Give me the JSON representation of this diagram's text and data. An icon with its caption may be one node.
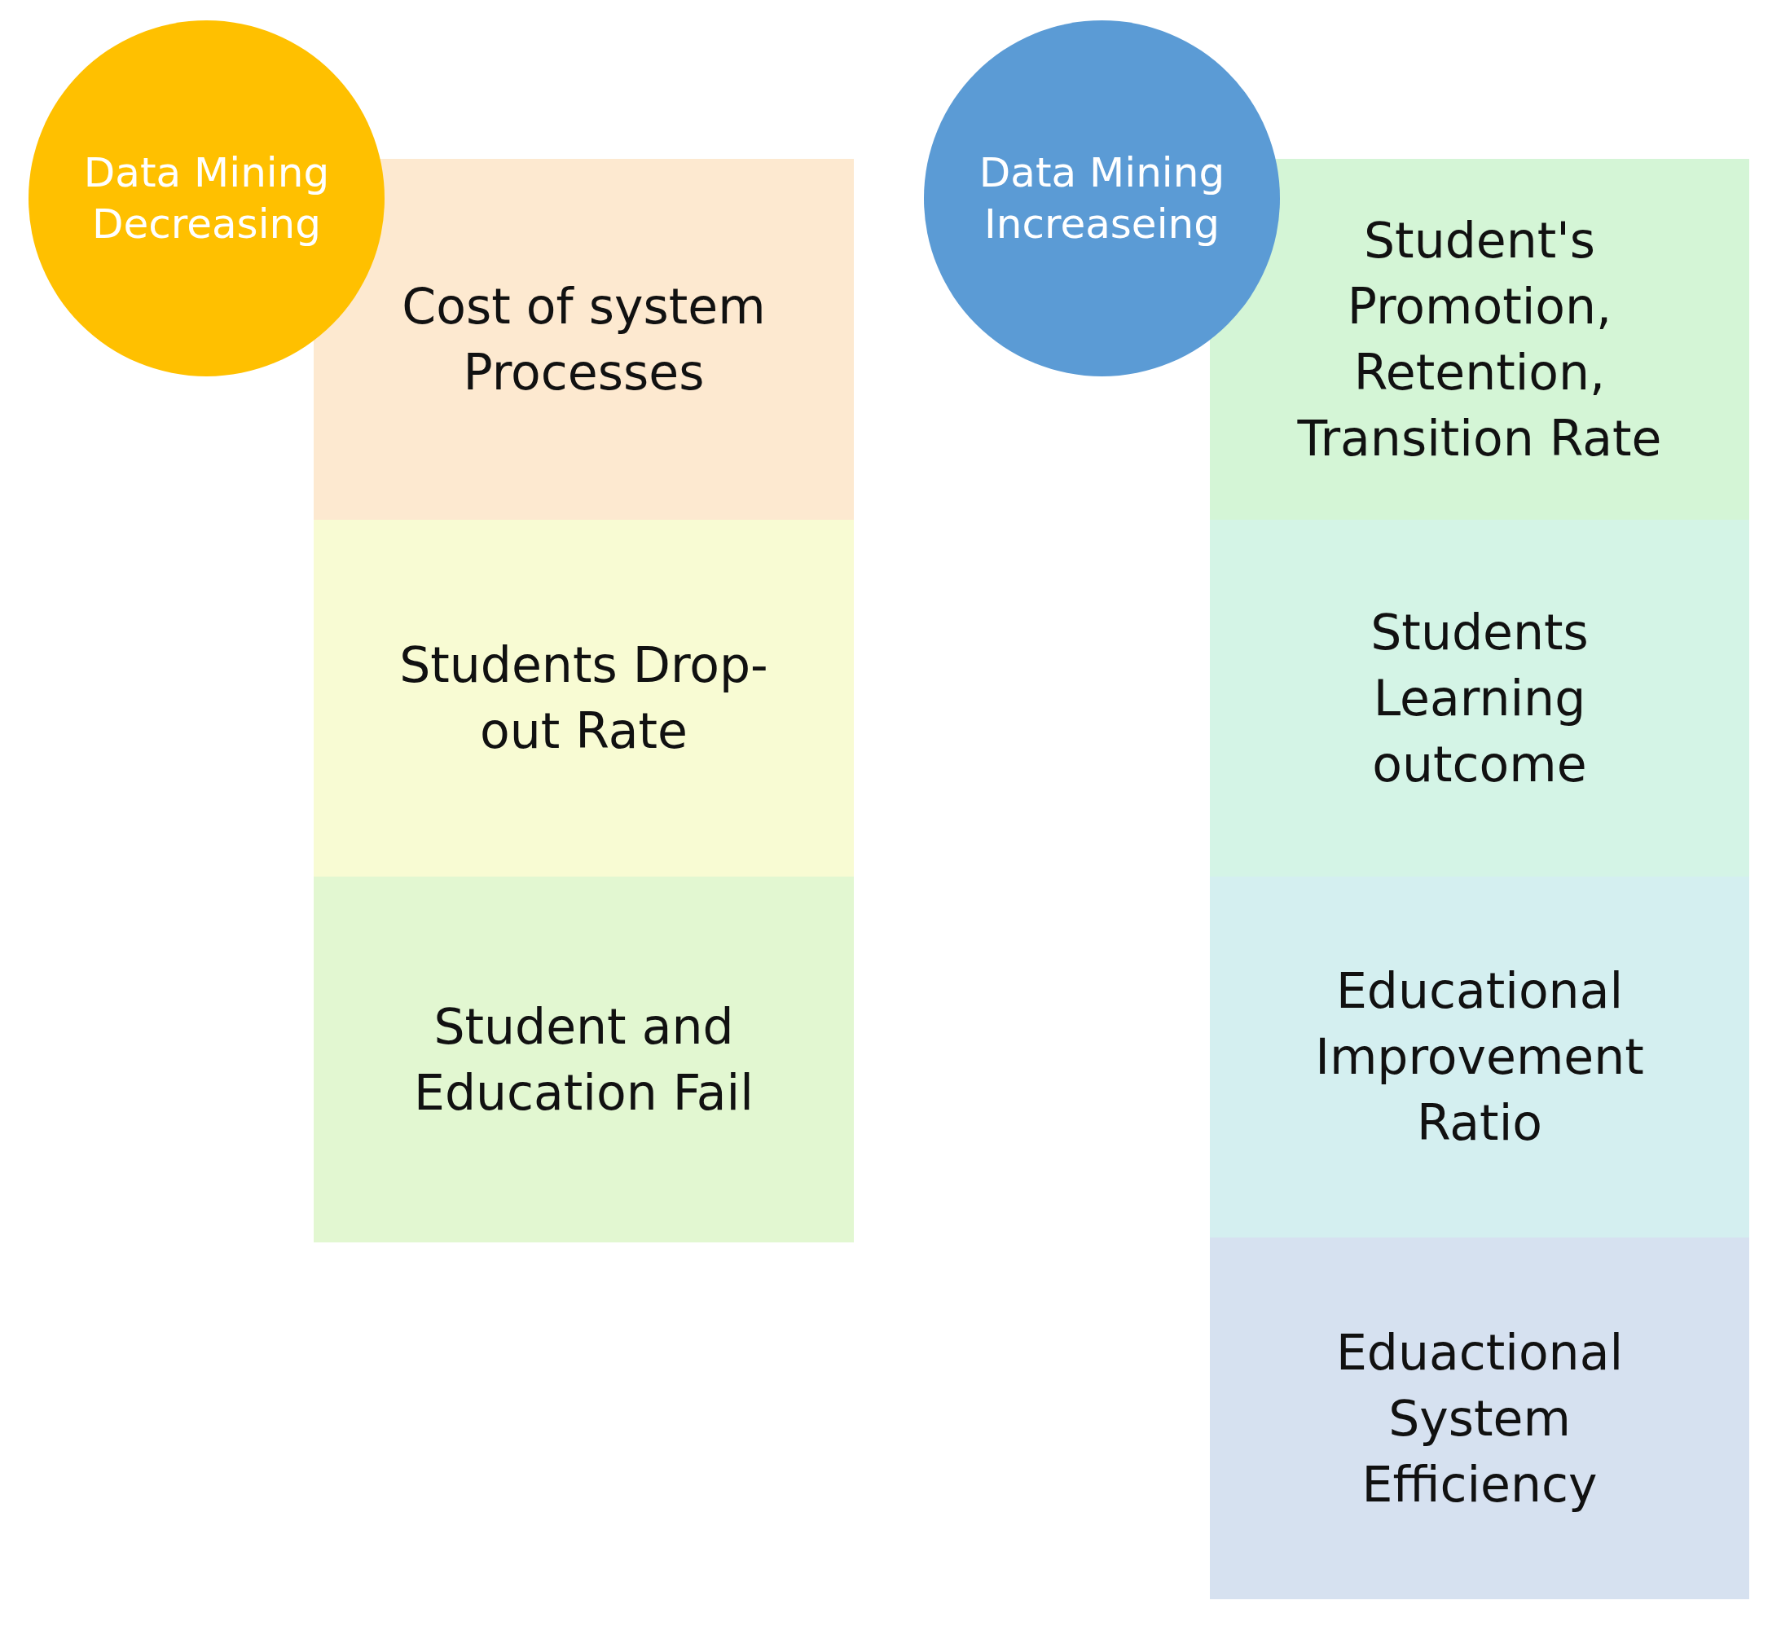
{
  "diagram": {
    "nodes": [
      {
        "text": [
          "Data Mining Decreasing"
        ]
      },
      {
        "text": [
          "Cost of system Processes"
        ]
      },
      {
        "text": [
          "Students Drop-out Rate"
        ]
      },
      {
        "text": [
          "Student and Education Fail"
        ]
      },
      {
        "text": [
          "Data Mining Increaseing"
        ]
      },
      {
        "text": [
          "Student's Promotion, Retention, Transition Rate"
        ]
      },
      {
        "text": [
          "Students Learning outcome"
        ]
      },
      {
        "text": [
          "Educational Improvement Ratio"
        ]
      },
      {
        "text": [
          "Eduactional System Efficiency"
        ]
      }
    ]
  }
}
